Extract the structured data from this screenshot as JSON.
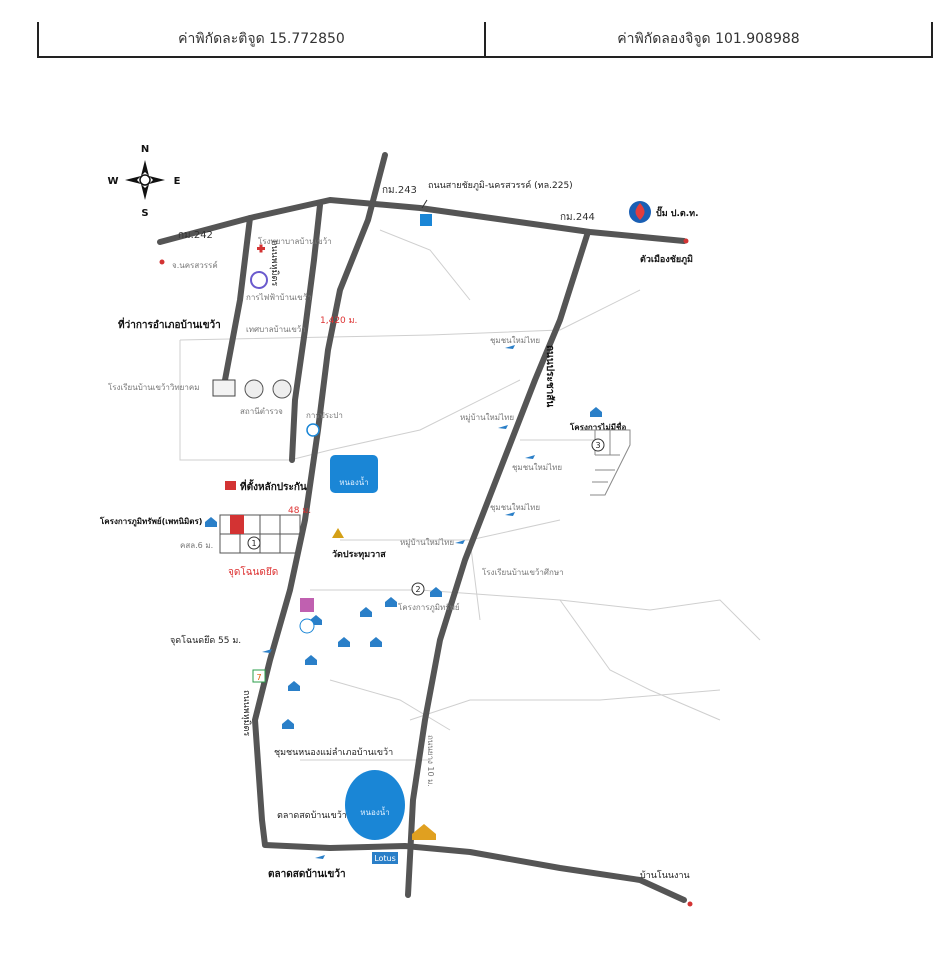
{
  "header": {
    "lat_label": "ค่าพิกัดละติจูด 15.772850",
    "lon_label": "ค่าพิกัดลองจิจูด 101.908988"
  },
  "compass": {
    "n": "N",
    "s": "S",
    "e": "E",
    "w": "W"
  },
  "roads": {
    "km242": "กม.242",
    "km243": "กม.243",
    "km244": "กม.244",
    "highway225": "ถนนสายชัยภูมิ-นครสวรรค์ (ทล.225)",
    "to_nakhonsawan": "จ.นครสวรรค์",
    "to_chaiyaphum": "ตัวเมืองชัยภูมิ",
    "road_phakdi": "ถนนพหุมิตร",
    "road_phakdi_lower": "ถนนพหุมิตร",
    "road_prachasan": "ถนนประชาสัน",
    "road_10m": "ถนนยาง 10 ม.",
    "to_bannongan": "บ้านโนนงาน",
    "dist_1420": "1,420 ม."
  },
  "places": {
    "ptt": "ปั๊ม ป.ต.ท.",
    "district_office": "ที่ว่าการอำเภอบ้านเขว้า",
    "hospital": "โรงพยาบาลบ้านเขว้า",
    "school": "โรงเรียนบ้านเขว้าวิทยาคม",
    "police": "สถานีตำรวจ",
    "electric": "การไฟฟ้าบ้านเขว้า",
    "municipality": "เทศบาลบ้านเขว้า",
    "waterworks": "การประปา",
    "collateral": "ที่ตั้งหลักประกัน",
    "project_left": "โครงการภูมิทรัพย์(เพทนิมิตร)",
    "dist_48": "48 ม.",
    "lane_6": "คสล.6 ม.",
    "origin_point": "จุดโฉนดยึด",
    "origin_55": "จุดโฉนดยึด 55 ม.",
    "temple": "วัดประทุมวาส",
    "pond_upper": "หนองน้ำ",
    "pond_lower": "หนองน้ำ",
    "project_right": "โครงการภูมิทรัพย์",
    "project_mai": "โครงการไม่มีชื่อ",
    "community": "ชุมชนหนองแม่ลำเภอบ้านเขว้า",
    "market_upper": "ตลาดสดบ้านเขว้า",
    "market_lower": "ตลาดสดบ้านเขว้า",
    "lotus": "Lotus",
    "seven": "7",
    "village_1": "ชุมชนใหม่ไทย",
    "village_2": "หมู่บ้านใหม่ไทย",
    "village_3": "ชุมชนใหม่ไทย",
    "village_4": "ชุมชนใหม่ไทย",
    "village_5": "หมู่บ้านใหม่ไทย",
    "school_right": "โรงเรียนบ้านเขว้าศึกษา",
    "badge_1": "1",
    "badge_2": "2",
    "badge_3": "3"
  },
  "colors": {
    "road": "#555555",
    "water": "#1a86d6",
    "accent_red": "#d33333",
    "house_blue": "#2a7fc8"
  }
}
